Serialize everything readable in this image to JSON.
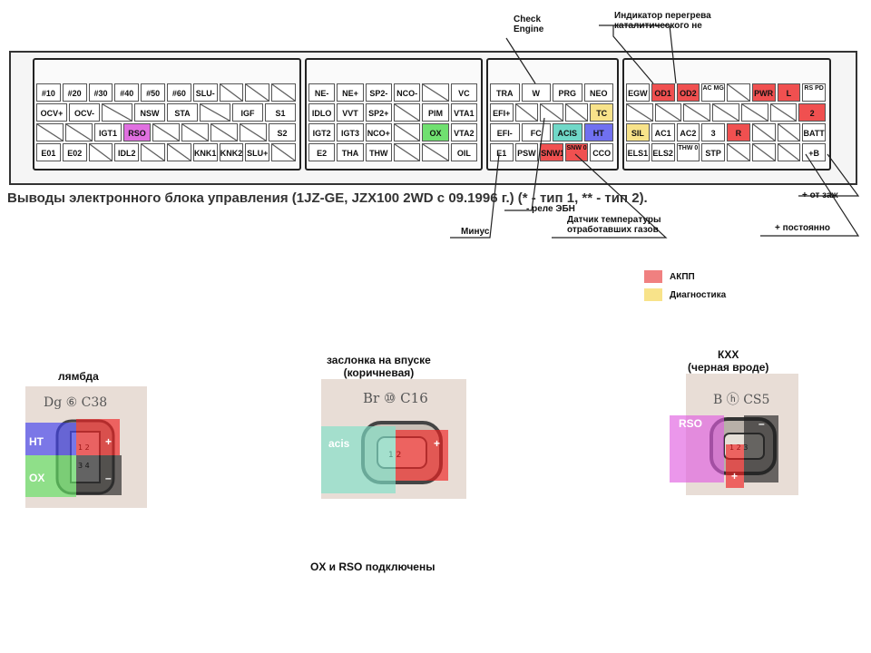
{
  "callouts": {
    "check_engine": "Check\nEngine",
    "overheat": "Индикатор перегрева\nкаталитического не",
    "minus": "Минус",
    "ebn_relay": "- реле ЭБН",
    "exhaust_temp": "Датчик температуры\nотработавших газов",
    "constant_plus": "+ постоянно",
    "ign_plus": "+ от заж"
  },
  "caption": "Выводы электронного блока управления (1JZ-GE, JZX100 2WD с 09.1996 г.) (* - тип 1, ** - тип 2).",
  "legend": {
    "akpp_label": "АКПП",
    "akpp_color": "#f08080",
    "diag_label": "Диагностика",
    "diag_color": "#f8e38a"
  },
  "colors": {
    "red": "#f05050",
    "yellow": "#f8e38a",
    "green": "#70e070",
    "blue": "#7070f0",
    "magenta": "#e070e0",
    "cyan": "#70d8c8",
    "dark": "#333333"
  },
  "connectors": {
    "c1": {
      "row1": [
        "#10",
        "#20",
        "#30",
        "#40",
        "#50",
        "#60",
        "SLU-",
        "",
        "",
        ""
      ],
      "row2": [
        "OCV+",
        "OCV-",
        "",
        "NSW",
        "STA",
        "",
        "IGF",
        "S1"
      ],
      "row3": [
        "",
        "",
        "IGT1",
        "RSO",
        "",
        "",
        "",
        "",
        "S2"
      ],
      "row4": [
        "E01",
        "E02",
        "",
        "IDL2",
        "",
        "",
        "KNK1",
        "KNK2",
        "SLU+",
        ""
      ]
    },
    "c2": {
      "row1": [
        "NE-",
        "NE+",
        "SP2-",
        "NCO-",
        "",
        "VC"
      ],
      "row2": [
        "IDLO",
        "VVT",
        "SP2+",
        "",
        "PIM",
        "VTA1"
      ],
      "row3": [
        "IGT2",
        "IGT3",
        "NCO+",
        "",
        "OX",
        "VTA2"
      ],
      "row4": [
        "E2",
        "THA",
        "THW",
        "",
        "",
        "OIL"
      ]
    },
    "c3": {
      "row1": [
        "TRA",
        "W",
        "PRG",
        "NEO"
      ],
      "row2": [
        "EFI+",
        "",
        "",
        "",
        "TC"
      ],
      "row3": [
        "EFI-",
        "FC",
        "ACIS",
        "HT"
      ],
      "row4": [
        "E1",
        "PSW",
        "SNW1",
        "SNW 0",
        "CCO"
      ]
    },
    "c4": {
      "row1": [
        "EGW",
        "OD1",
        "OD2",
        "AC MG",
        "",
        "PWR",
        "L",
        "RS PD"
      ],
      "row2": [
        "",
        "",
        "",
        "",
        "",
        "",
        "2"
      ],
      "row3": [
        "SIL",
        "AC1",
        "AC2",
        "3",
        "R",
        "",
        "",
        "BATT"
      ],
      "row4": [
        "ELS1",
        "ELS2",
        "THW 0",
        "STP",
        "",
        "",
        "",
        "+B"
      ]
    }
  },
  "connectors_photos": {
    "lambda": {
      "title": "лямбда",
      "stamp": "Dg  ⑥ C38",
      "ht": "HT",
      "plus": "+",
      "ox": "OX",
      "minus": "–"
    },
    "throttle": {
      "title": "заслонка на впуске\n(коричневая)",
      "stamp": "Br ⑩ C16",
      "acis": "acis",
      "plus": "+"
    },
    "kxx": {
      "title": "КХХ\n(черная вроде)",
      "stamp": "B ⓗ CS5",
      "rso": "RSO",
      "minus": "–",
      "plus": "+"
    }
  },
  "note": "OX и RSO подключены"
}
